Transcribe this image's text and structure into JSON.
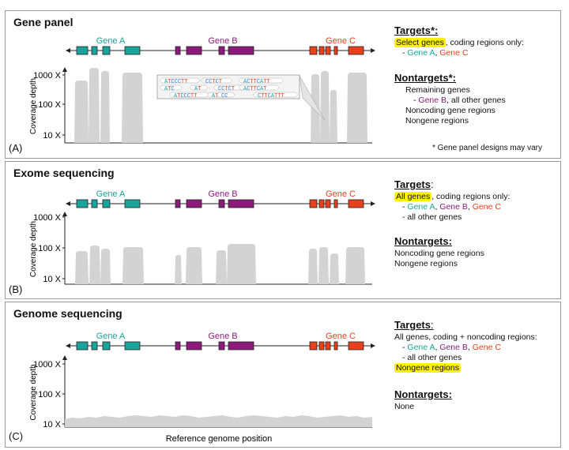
{
  "colors": {
    "gene_a": "#1aa39a",
    "gene_b": "#8b1a7a",
    "gene_c": "#e8401c",
    "coverage": "#d3d3d3",
    "highlight": "#fff200"
  },
  "genes": {
    "a": "Gene A",
    "b": "Gene B",
    "c": "Gene C"
  },
  "axis": {
    "ylabel": "Coverage depth",
    "ticks": [
      "1000 X",
      "100 X",
      "10 X"
    ],
    "xlabel": "Reference genome position"
  },
  "panels": [
    {
      "title": "Gene panel",
      "label": "(A)",
      "targets_heading": "Targets*:",
      "targets_hl": "Select genes",
      "targets_rest": ", coding regions only:",
      "targets_dash": "-",
      "nontargets_heading": "Nontargets*:",
      "nontargets_lines": [
        "Remaining genes",
        "Noncoding gene regions",
        "Nongene regions"
      ],
      "nontarget_gene_b_rest": ", all other genes",
      "footnote": "* Gene panel designs may vary",
      "reads": [
        "ATCCCTT",
        "CCTCT",
        "ACTTCATT",
        "ATC",
        "AT",
        "CCTCT",
        "ACTTCAT",
        "ATCCCTT",
        "AT",
        "CC",
        "CTTCATTT"
      ]
    },
    {
      "title": "Exome sequencing",
      "label": "(B)",
      "targets_heading": "Targets",
      "targets_hl": "All genes",
      "targets_rest": ", coding regions only:",
      "targets_dash": "-",
      "other_genes": "- all other genes",
      "nontargets_heading": "Nontargets:",
      "nontargets_lines": [
        "Noncoding gene regions",
        "Nongene regions"
      ]
    },
    {
      "title": "Genome sequencing",
      "label": "(C)",
      "targets_heading": "Targets",
      "targets_line": "All genes, coding + noncoding regions:",
      "targets_dash": "-",
      "other_genes": "- all other genes",
      "targets_hl": "Nongene regions",
      "nontargets_heading": "Nontargets:",
      "nontargets_lines": [
        "None"
      ]
    }
  ]
}
